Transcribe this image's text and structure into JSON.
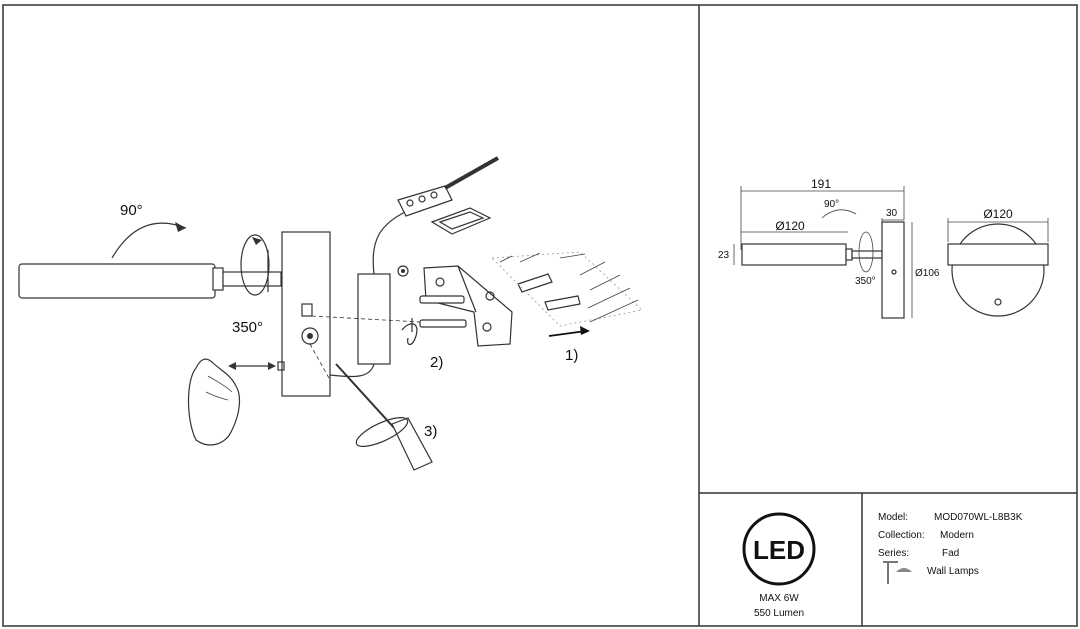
{
  "install": {
    "angle_top": "90°",
    "angle_left": "350°",
    "step1": "1)",
    "step2": "2)",
    "step3": "3)"
  },
  "dims": {
    "length_total": "191",
    "diameter_arm": "Ø120",
    "height_small": "23",
    "angle_top": "90°",
    "width_base": "30",
    "angle_rot": "350°",
    "diameter_base": "Ø106",
    "diameter_front": "Ø120"
  },
  "badge": {
    "logo_text": "LED",
    "max_power": "MAX 6W",
    "lumen": "550 Lumen"
  },
  "info": {
    "model_label": "Model:",
    "model_value": "MOD070WL-L8B3K",
    "collection_label": "Collection:",
    "collection_value": "Modern",
    "series_label": "Series:",
    "series_value": "Fad",
    "category_value": "Wall Lamps"
  }
}
